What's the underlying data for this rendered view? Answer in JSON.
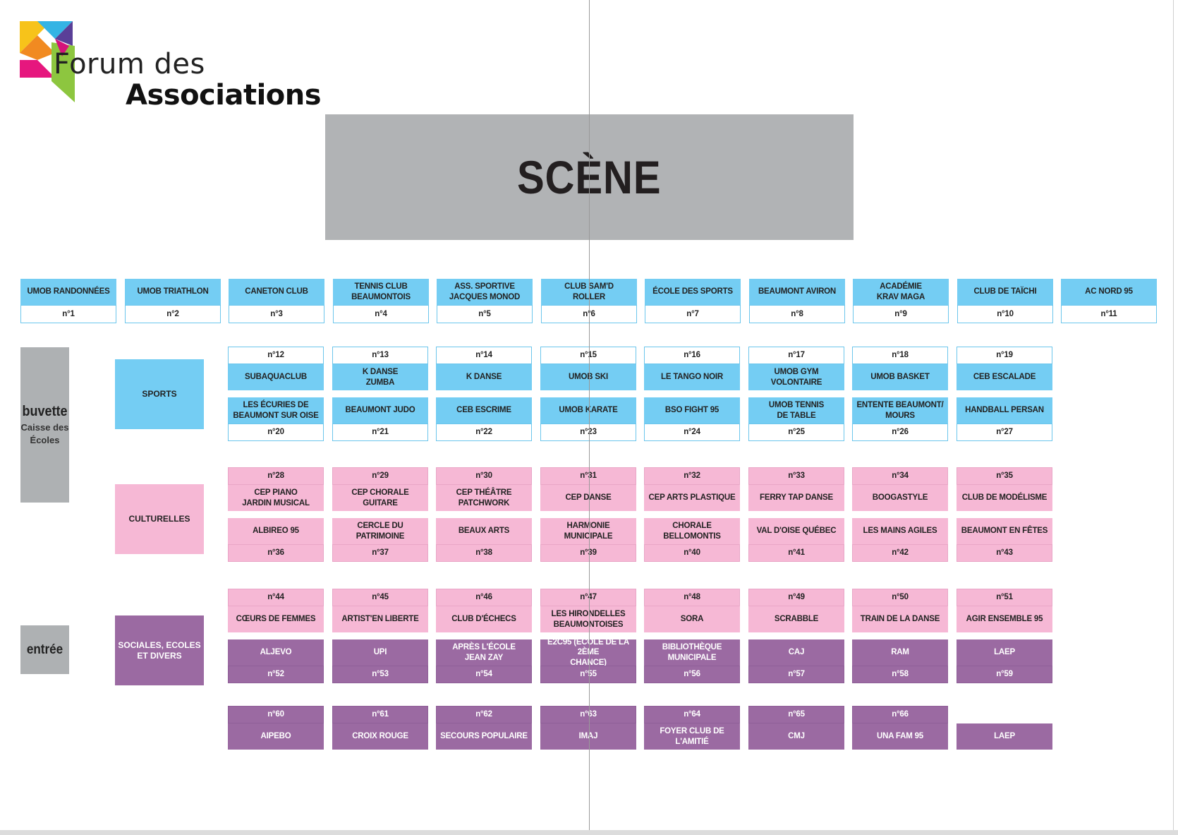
{
  "logo": {
    "line1": "Forum des",
    "line2": "Associations"
  },
  "stage": "SCÈNE",
  "top_row": [
    {
      "name": "UMOB RANDONNÉES",
      "num": "n°1"
    },
    {
      "name": "UMOB TRIATHLON",
      "num": "n°2"
    },
    {
      "name": "CANETON CLUB",
      "num": "n°3"
    },
    {
      "name": "TENNIS CLUB\nBEAUMONTOIS",
      "num": "n°4"
    },
    {
      "name": "ASS. SPORTIVE\nJACQUES MONOD",
      "num": "n°5"
    },
    {
      "name": "CLUB SAM'D\nROLLER",
      "num": "n°6"
    },
    {
      "name": "ÉCOLE DES SPORTS",
      "num": "n°7"
    },
    {
      "name": "BEAUMONT AVIRON",
      "num": "n°8"
    },
    {
      "name": "ACADÉMIE\nKRAV MAGA",
      "num": "n°9"
    },
    {
      "name": "CLUB DE TAÏCHI",
      "num": "n°10"
    },
    {
      "name": "AC NORD 95",
      "num": "n°11"
    }
  ],
  "side": {
    "buvette": "buvette",
    "caisse": "Caisse des\nÉcoles",
    "entree": "entrée"
  },
  "categories": {
    "sports": "SPORTS",
    "culturelles": "CULTURELLES",
    "sociales": "SOCIALES, ECOLES\nET DIVERS"
  },
  "blocks": [
    {
      "top_color": "blue",
      "bottom_color": "blue",
      "top_border": "blue",
      "bottom_border": "blue",
      "top": [
        {
          "num": "n°12",
          "name": "SUBAQUACLUB"
        },
        {
          "num": "n°13",
          "name": "K DANSE\nZUMBA"
        },
        {
          "num": "n°14",
          "name": "K DANSE"
        },
        {
          "num": "n°15",
          "name": "UMOB SKI"
        },
        {
          "num": "n°16",
          "name": "LE TANGO NOIR"
        },
        {
          "num": "n°17",
          "name": "UMOB GYM\nVOLONTAIRE"
        },
        {
          "num": "n°18",
          "name": "UMOB BASKET"
        },
        {
          "num": "n°19",
          "name": "CEB ESCALADE"
        }
      ],
      "bottom": [
        {
          "num": "n°20",
          "name": "LES ÉCURIES DE\nBEAUMONT SUR OISE"
        },
        {
          "num": "n°21",
          "name": "BEAUMONT JUDO"
        },
        {
          "num": "n°22",
          "name": "CEB ESCRIME"
        },
        {
          "num": "n°23",
          "name": "UMOB KARATE"
        },
        {
          "num": "n°24",
          "name": "BSO FIGHT 95"
        },
        {
          "num": "n°25",
          "name": "UMOB TENNIS\nDE TABLE"
        },
        {
          "num": "n°26",
          "name": "ENTENTE BEAUMONT/\nMOURS"
        },
        {
          "num": "n°27",
          "name": "HANDBALL PERSAN"
        }
      ]
    },
    {
      "top_color": "pink",
      "bottom_color": "pink",
      "top_border": "pink",
      "bottom_border": "pink",
      "top": [
        {
          "num": "n°28",
          "name": "CEP PIANO\nJARDIN MUSICAL"
        },
        {
          "num": "n°29",
          "name": "CEP CHORALE\nGUITARE"
        },
        {
          "num": "n°30",
          "name": "CEP THÉÂTRE\nPATCHWORK"
        },
        {
          "num": "n°31",
          "name": "CEP DANSE"
        },
        {
          "num": "n°32",
          "name": "CEP ARTS PLASTIQUE"
        },
        {
          "num": "n°33",
          "name": "FERRY TAP DANSE"
        },
        {
          "num": "n°34",
          "name": "BOOGASTYLE"
        },
        {
          "num": "n°35",
          "name": "CLUB DE MODÉLISME"
        }
      ],
      "bottom": [
        {
          "num": "n°36",
          "name": "ALBIREO 95"
        },
        {
          "num": "n°37",
          "name": "CERCLE DU\nPATRIMOINE"
        },
        {
          "num": "n°38",
          "name": "BEAUX ARTS"
        },
        {
          "num": "n°39",
          "name": "HARMONIE\nMUNICIPALE"
        },
        {
          "num": "n°40",
          "name": "CHORALE\nBELLOMONTIS"
        },
        {
          "num": "n°41",
          "name": "VAL D'OISE QUÉBEC"
        },
        {
          "num": "n°42",
          "name": "LES MAINS AGILES"
        },
        {
          "num": "n°43",
          "name": "BEAUMONT EN FÊTES"
        }
      ]
    },
    {
      "top_color": "pink",
      "bottom_color": "purple",
      "top_border": "pink",
      "bottom_border": "purple",
      "top": [
        {
          "num": "n°44",
          "name": "CŒURS DE FEMMES"
        },
        {
          "num": "n°45",
          "name": "ARTIST'EN LIBERTE"
        },
        {
          "num": "n°46",
          "name": "CLUB D'ÉCHECS"
        },
        {
          "num": "n°47",
          "name": "LES HIRONDELLES\nBEAUMONTOISES"
        },
        {
          "num": "n°48",
          "name": "SORA"
        },
        {
          "num": "n°49",
          "name": "SCRABBLE"
        },
        {
          "num": "n°50",
          "name": "TRAIN DE LA DANSE"
        },
        {
          "num": "n°51",
          "name": "AGIR ENSEMBLE 95"
        }
      ],
      "bottom": [
        {
          "num": "n°52",
          "name": "ALJEVO"
        },
        {
          "num": "n°53",
          "name": "UPI"
        },
        {
          "num": "n°54",
          "name": "APRÈS L'ÉCOLE\nJEAN ZAY"
        },
        {
          "num": "n°55",
          "name": "E2C95 (ÉCOLE DE LA 2ÈME\nCHANCE)"
        },
        {
          "num": "n°56",
          "name": "BIBLIOTHÈQUE\nMUNICIPALE"
        },
        {
          "num": "n°57",
          "name": "CAJ"
        },
        {
          "num": "n°58",
          "name": "RAM"
        },
        {
          "num": "n°59",
          "name": "LAEP"
        }
      ]
    }
  ],
  "last_row": [
    {
      "num": "n°60",
      "name": "AIPEBO"
    },
    {
      "num": "n°61",
      "name": "CROIX ROUGE"
    },
    {
      "num": "n°62",
      "name": "SECOURS POPULAIRE"
    },
    {
      "num": "n°63",
      "name": "IMAJ"
    },
    {
      "num": "n°64",
      "name": "FOYER CLUB DE L'AMITIÉ"
    },
    {
      "num": "n°65",
      "name": "CMJ"
    },
    {
      "num": "n°66",
      "name": "UNA FAM 95"
    },
    {
      "num": "",
      "name": "LAEP"
    }
  ],
  "colors": {
    "blue": "#74cdf3",
    "pink": "#f6b8d5",
    "purple": "#9b6aa2",
    "gray": "#aeb1b3"
  }
}
